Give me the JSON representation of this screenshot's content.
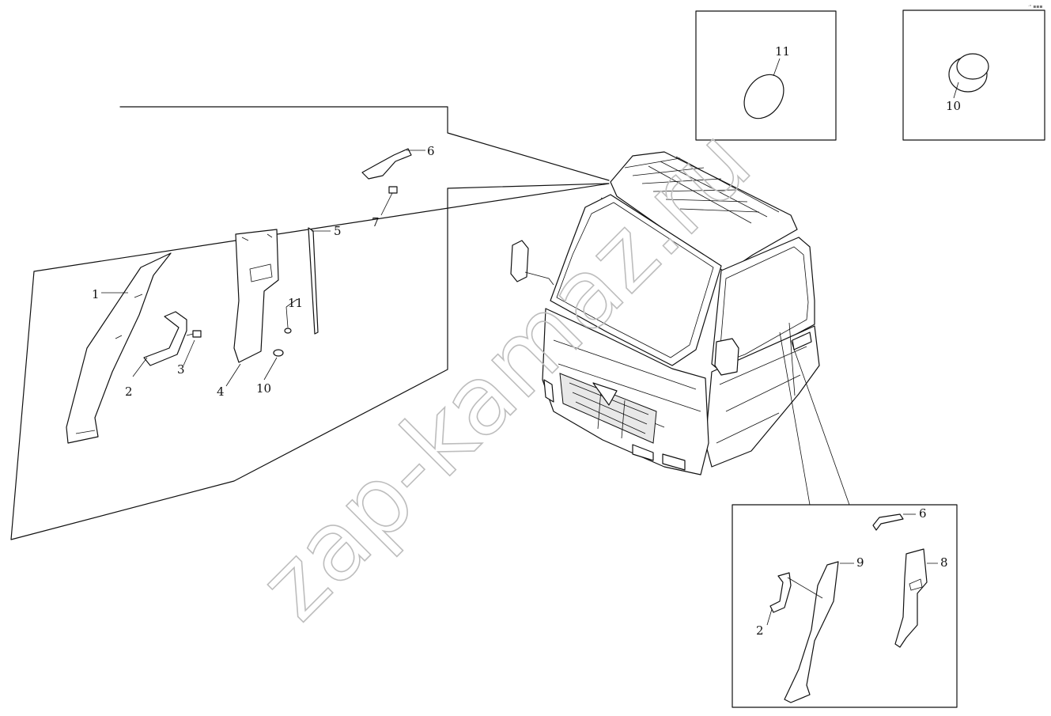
{
  "watermark": "zap-kamaz.ru",
  "corner_mark": "·ⁿ ▪▪▪",
  "callouts": {
    "main": [
      "1",
      "2",
      "3",
      "4",
      "5",
      "6",
      "7",
      "10",
      "11"
    ],
    "inset_top_left": [
      "11"
    ],
    "inset_top_right": [
      "10"
    ],
    "inset_bottom": [
      "6",
      "9",
      "8",
      "2"
    ]
  }
}
